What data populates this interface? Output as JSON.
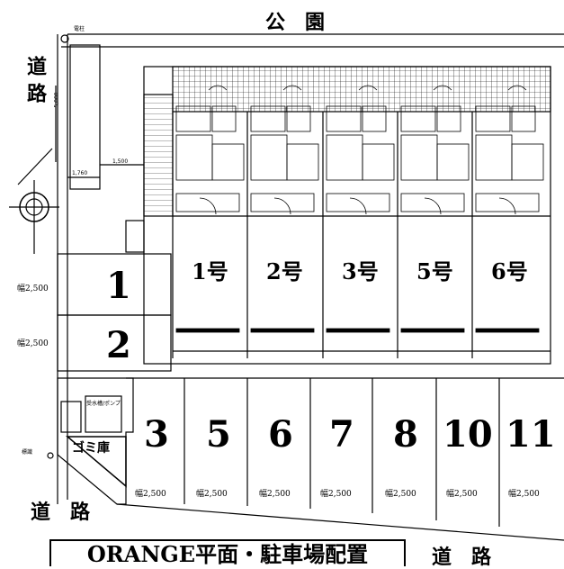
{
  "park_label": "公　園",
  "road_left_label": "道路",
  "road_bottom_left_label": "道　路",
  "road_bottom_right_label": "道　路",
  "caption": "ORANGE平面・駐車場配置",
  "dimension_labels": {
    "d1": "5,000",
    "d2": "1,760",
    "d3": "1,500"
  },
  "pole_label": "電柱",
  "marker_label": "標識",
  "garbage_label": "ゴミ庫",
  "meter_box_label": "受水槽/ポンプ",
  "units": [
    "1号",
    "2号",
    "3号",
    "5号",
    "6号"
  ],
  "parking_left": [
    {
      "number": "1",
      "width": "幅2,500"
    },
    {
      "number": "2",
      "width": "幅2,500"
    }
  ],
  "parking_bottom": [
    {
      "number": "3",
      "width": "幅2,500"
    },
    {
      "number": "5",
      "width": "幅2,500"
    },
    {
      "number": "6",
      "width": "幅2,500"
    },
    {
      "number": "7",
      "width": "幅2,500"
    },
    {
      "number": "8",
      "width": "幅2,500"
    },
    {
      "number": "10",
      "width": "幅2,500"
    },
    {
      "number": "11",
      "width": "幅2,500"
    }
  ],
  "colors": {
    "line": "#000000",
    "background": "#ffffff"
  }
}
